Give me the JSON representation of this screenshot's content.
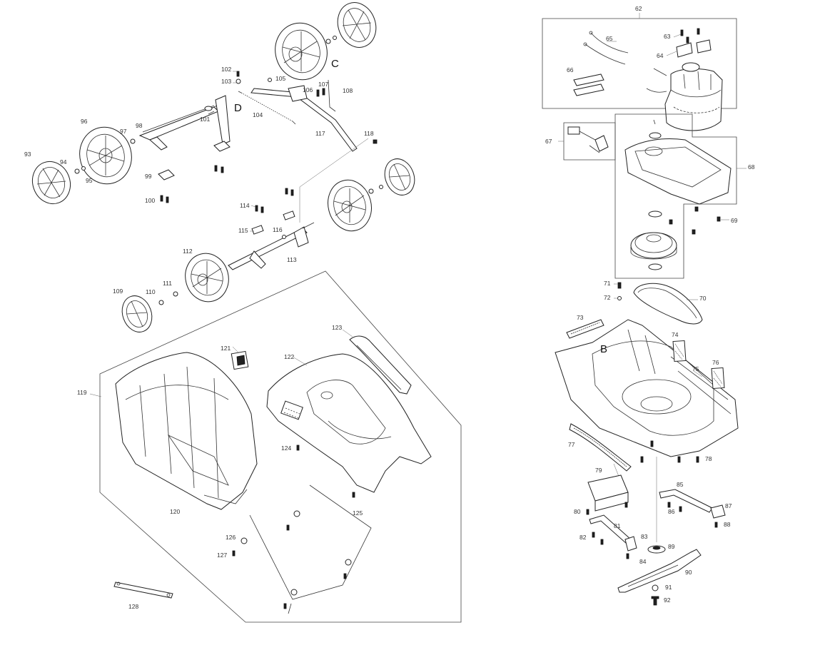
{
  "labels": {
    "l62": "62",
    "l63": "63",
    "l64": "64",
    "l65": "65",
    "l66": "66",
    "l67": "67",
    "l68": "68",
    "l69": "69",
    "l70": "70",
    "l71": "71",
    "l72": "72",
    "l73": "73",
    "l74": "74",
    "l75": "75",
    "l76": "76",
    "l77": "77",
    "l78": "78",
    "l79": "79",
    "l80": "80",
    "l81": "81",
    "l82": "82",
    "l83": "83",
    "l84": "84",
    "l85": "85",
    "l86": "86",
    "l87": "87",
    "l88": "88",
    "l89": "89",
    "l90": "90",
    "l91": "91",
    "l92": "92",
    "l93": "93",
    "l94": "94",
    "l95": "95",
    "l96": "96",
    "l97": "97",
    "l98": "98",
    "l99": "99",
    "l100": "100",
    "l101": "101",
    "l102": "102",
    "l103": "103",
    "l104": "104",
    "l105": "105",
    "l106": "106",
    "l107": "107",
    "l108": "108",
    "l109": "109",
    "l110": "110",
    "l111": "111",
    "l112": "112",
    "l113": "113",
    "l114": "114",
    "l115": "115",
    "l116": "116",
    "l117": "117",
    "l118": "118",
    "l119": "119",
    "l120": "120",
    "l121": "121",
    "l122": "122",
    "l123": "123",
    "l124": "124",
    "l125": "125",
    "l126": "126",
    "l127": "127",
    "l128": "128",
    "lB": "B",
    "lC": "C",
    "lD": "D"
  }
}
